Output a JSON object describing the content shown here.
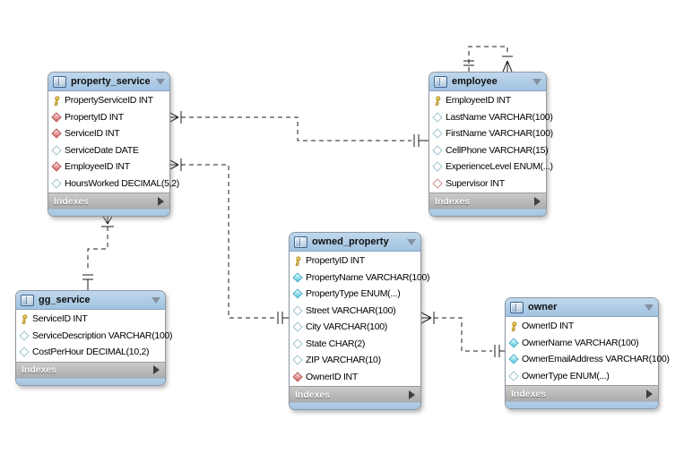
{
  "diagram": {
    "type": "eer-database-diagram",
    "background_color": "#ffffff",
    "header_color": "#a9c7e3",
    "indexes_bar_color": "#b5b5b5",
    "primary_key_color": "#f2cf52",
    "foreign_key_color": "#dd7878",
    "attribute_color": "#6fd0e2"
  },
  "tables": [
    {
      "id": "property_service",
      "title": "property_service",
      "indexes_label": "Indexes",
      "header_icons": [
        "table-icon",
        "collapse-triangle-icon"
      ],
      "fields": [
        {
          "icon": "primary-key",
          "label": "PropertyServiceID INT"
        },
        {
          "icon": "fk-filled",
          "label": "PropertyID INT"
        },
        {
          "icon": "fk-filled",
          "label": "ServiceID INT"
        },
        {
          "icon": "attr-hollow",
          "label": "ServiceDate DATE"
        },
        {
          "icon": "fk-filled",
          "label": "EmployeeID INT"
        },
        {
          "icon": "attr-hollow",
          "label": "HoursWorked DECIMAL(5,2)"
        }
      ]
    },
    {
      "id": "employee",
      "title": "employee",
      "indexes_label": "Indexes",
      "header_icons": [
        "table-icon",
        "collapse-triangle-icon"
      ],
      "fields": [
        {
          "icon": "primary-key",
          "label": "EmployeeID INT"
        },
        {
          "icon": "attr-hollow",
          "label": "LastName VARCHAR(100)"
        },
        {
          "icon": "attr-hollow",
          "label": "FirstName VARCHAR(100)"
        },
        {
          "icon": "attr-hollow",
          "label": "CellPhone VARCHAR(15)"
        },
        {
          "icon": "attr-hollow",
          "label": "ExperienceLevel ENUM(...)"
        },
        {
          "icon": "fk-hollow",
          "label": "Supervisor INT"
        }
      ]
    },
    {
      "id": "gg_service",
      "title": "gg_service",
      "indexes_label": "Indexes",
      "header_icons": [
        "table-icon",
        "collapse-triangle-icon"
      ],
      "fields": [
        {
          "icon": "primary-key",
          "label": "ServiceID INT"
        },
        {
          "icon": "attr-hollow",
          "label": "ServiceDescription VARCHAR(100)"
        },
        {
          "icon": "attr-hollow",
          "label": "CostPerHour DECIMAL(10,2)"
        }
      ]
    },
    {
      "id": "owned_property",
      "title": "owned_property",
      "indexes_label": "Indexes",
      "header_icons": [
        "table-icon",
        "collapse-triangle-icon"
      ],
      "fields": [
        {
          "icon": "primary-key",
          "label": "PropertyID INT"
        },
        {
          "icon": "attr-filled",
          "label": "PropertyName VARCHAR(100)"
        },
        {
          "icon": "attr-filled",
          "label": "PropertyType ENUM(...)"
        },
        {
          "icon": "attr-hollow",
          "label": "Street VARCHAR(100)"
        },
        {
          "icon": "attr-hollow",
          "label": "City VARCHAR(100)"
        },
        {
          "icon": "attr-hollow",
          "label": "State CHAR(2)"
        },
        {
          "icon": "attr-hollow",
          "label": "ZIP VARCHAR(10)"
        },
        {
          "icon": "fk-filled",
          "label": "OwnerID INT"
        }
      ]
    },
    {
      "id": "owner",
      "title": "owner",
      "indexes_label": "Indexes",
      "header_icons": [
        "table-icon",
        "collapse-triangle-icon"
      ],
      "fields": [
        {
          "icon": "primary-key",
          "label": "OwnerID INT"
        },
        {
          "icon": "attr-filled",
          "label": "OwnerName VARCHAR(100)"
        },
        {
          "icon": "attr-filled",
          "label": "OwnerEmailAddress VARCHAR(100)"
        },
        {
          "icon": "attr-hollow",
          "label": "OwnerType ENUM(...)"
        }
      ]
    }
  ],
  "relationships": [
    {
      "from_table": "property_service",
      "to_table": "employee",
      "from_end": "many-mandatory (crow-foot)",
      "to_end": "one-mandatory (double tick)",
      "line": "dashed"
    },
    {
      "from_table": "property_service",
      "to_table": "owned_property",
      "from_end": "many-mandatory (crow-foot)",
      "to_end": "one-mandatory (double tick)",
      "line": "dashed"
    },
    {
      "from_table": "property_service",
      "to_table": "gg_service",
      "from_end": "many-mandatory (crow-foot)",
      "to_end": "one-mandatory (double tick)",
      "line": "dashed"
    },
    {
      "from_table": "owned_property",
      "to_table": "owner",
      "from_end": "many-mandatory (crow-foot)",
      "to_end": "one-mandatory (double tick)",
      "line": "dashed"
    },
    {
      "from_table": "employee",
      "to_table": "employee",
      "from_end": "many-mandatory (crow-foot)",
      "to_end": "one-mandatory (double tick)",
      "line": "dashed",
      "note": "self-referencing"
    }
  ]
}
